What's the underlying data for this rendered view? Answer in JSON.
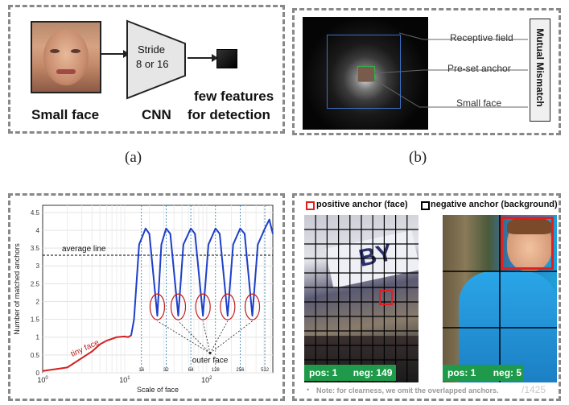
{
  "panel_a": {
    "face_label": "Small face",
    "cnn_label": "CNN",
    "stride_line1": "Stride",
    "stride_line2": "8 or 16",
    "features_line1": "few features",
    "features_line2": "for detection",
    "caption": "(a)"
  },
  "panel_b": {
    "receptive_field": "Receptive field",
    "preset_anchor": "Pre-set  anchor",
    "small_face": "Small  face",
    "mismatch": "Mutual Mismatch",
    "caption": "(b)"
  },
  "panel_c": {
    "annotation_average": "average line",
    "annotation_tiny": "tiny face",
    "annotation_outer": "outer face"
  },
  "panel_d": {
    "legend_positive": "positive anchor (face)",
    "legend_negative": "negative anchor (background)",
    "left_pos": "pos: 1",
    "left_neg": "neg: 149",
    "right_pos": "pos: 1",
    "right_neg": "neg: 5",
    "note": "Note: for clearness, we omit the overlapped anchors.",
    "watermark": "/1425"
  },
  "colors": {
    "positive": "#e02020",
    "negative": "#000000",
    "curve_tiny": "#d42020",
    "curve_main": "#1e3fc8",
    "green_label": "#1f9a4a"
  },
  "chart_data": {
    "type": "line",
    "xlabel": "Scale of face",
    "ylabel": "Number of matched anchors",
    "x_scale": "log",
    "xlim": [
      1,
      640
    ],
    "ylim": [
      0,
      4.7
    ],
    "x_major_ticks": [
      1,
      10,
      100
    ],
    "x_major_tick_labels": [
      "10^0",
      "10^1",
      "10^2"
    ],
    "x_minor_tick_labels": [
      "16",
      "32",
      "64",
      "128",
      "256",
      "512"
    ],
    "y_ticks": [
      0,
      0.5,
      1,
      1.5,
      2,
      2.5,
      3,
      3.5,
      4,
      4.5
    ],
    "y_tick_labels": [
      "0",
      "0.5",
      "1",
      "1.5",
      "2",
      "2.5",
      "3",
      "3.5",
      "4",
      "4.5"
    ],
    "grid": true,
    "average_line": 3.3,
    "series": [
      {
        "name": "tiny face",
        "color": "#d42020",
        "x": [
          1,
          2,
          4,
          5,
          6,
          8,
          10,
          11,
          12
        ],
        "y": [
          0.05,
          0.15,
          0.6,
          0.8,
          0.9,
          1.0,
          1.02,
          1.0,
          1.05
        ]
      },
      {
        "name": "",
        "color": "#1e3fc8",
        "x": [
          12,
          13,
          15,
          18,
          20,
          25,
          28,
          32,
          36,
          45,
          52,
          64,
          72,
          90,
          105,
          128,
          144,
          180,
          210,
          256,
          290,
          360,
          420,
          512,
          580,
          640
        ],
        "y": [
          1.05,
          1.5,
          3.6,
          4.05,
          3.9,
          1.6,
          3.6,
          4.05,
          3.9,
          1.6,
          3.6,
          4.05,
          3.9,
          1.6,
          3.6,
          4.05,
          3.9,
          1.6,
          3.6,
          4.05,
          3.9,
          1.6,
          3.6,
          4.05,
          4.3,
          3.9
        ]
      }
    ],
    "dips_x": [
      25,
      45,
      90,
      180,
      360
    ]
  }
}
